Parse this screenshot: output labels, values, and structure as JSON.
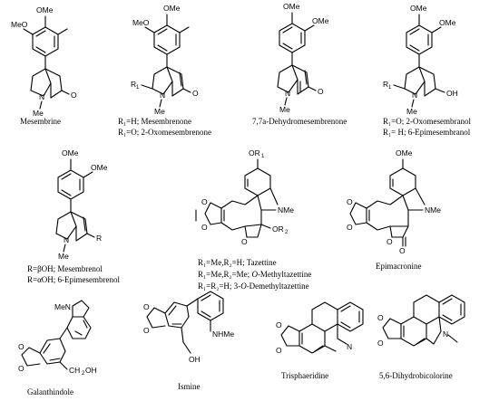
{
  "labels": {
    "ome": "OMe",
    "meo": "MeO",
    "me": "Me",
    "n": "N",
    "o": "O",
    "oh": "OH",
    "r1": "R",
    "r1_sub": "1",
    "r": "R",
    "nme": "NMe",
    "nhme": "NHMe",
    "ch2oh": "CH",
    "ch2oh_tail": "OH",
    "menh": "MeN",
    "or1": "OR",
    "or2": "OR"
  },
  "captions": {
    "mesembrine": "Mesembrine",
    "mesembrenone_1": "R₁=H; Mesembrenone",
    "mesembrenone_2": "R₁=O; 2-Oxomesembrenone",
    "dehydro": "7,7a-Dehydromesembrenone",
    "oxomesembranol_1": "R₁=O; 2-Oxomesembranol",
    "oxomesembranol_2": "R₁= H; 6-Epimesembranol",
    "mesembrenol_1": "R=βOH; Mesembrenol",
    "mesembrenol_2": "R=αOH; 6-Epimesembrenol",
    "tazettine_1": "R₁=Me,R₂=H; Tazettine",
    "tazettine_2a": "R₁=Me,R₂=Me; ",
    "tazettine_2b": "O",
    "tazettine_2c": "-Methyltazettine",
    "tazettine_3a": "R₁=R₂=H; 3-",
    "tazettine_3b": "O",
    "tazettine_3c": "-Demethyltazettine",
    "epimacronine": "Epimacronine",
    "galanthindole": "Galanthindole",
    "ismine": "Ismine",
    "trisphaeridine": "Trisphaeridine",
    "dihydrobicolorine": "5,6-Dihydrobicolorine"
  }
}
